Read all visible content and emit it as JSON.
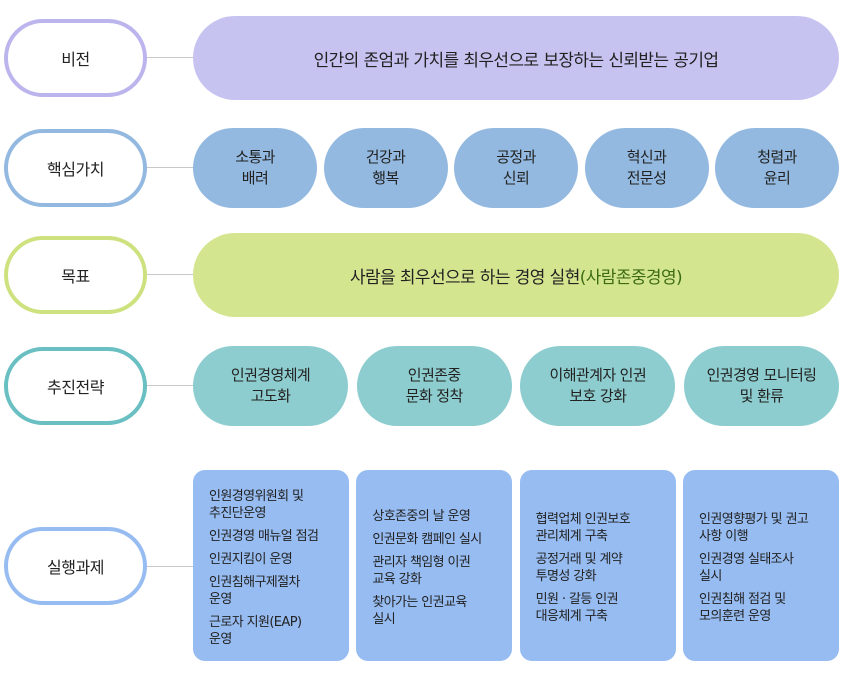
{
  "rows": {
    "vision": {
      "label": "비전",
      "border_color": "#bcb4ec",
      "text": "인간의 존엄과 가치를 최우선으로 보장하는 신뢰받는 공기업",
      "fill_color": "#c6c3f1"
    },
    "core_values": {
      "label": "핵심가치",
      "border_color": "#93b9e0",
      "fill_color": "#93b9e0",
      "items": [
        {
          "line1": "소통과",
          "line2": "배려"
        },
        {
          "line1": "건강과",
          "line2": "행복"
        },
        {
          "line1": "공정과",
          "line2": "신뢰"
        },
        {
          "line1": "혁신과",
          "line2": "전문성"
        },
        {
          "line1": "청렴과",
          "line2": "윤리"
        }
      ]
    },
    "goal": {
      "label": "목표",
      "border_color": "#cde27f",
      "fill_color": "#d3e68f",
      "text_main": "사람을 최우선으로 하는 경영 실현",
      "text_accent": "(사람존중경영)",
      "accent_color": "#3d6b14"
    },
    "strategy": {
      "label": "추진전략",
      "border_color": "#69bfc1",
      "fill_color": "#8ecdcf",
      "items": [
        {
          "line1": "인권경영체계",
          "line2": "고도화"
        },
        {
          "line1": "인권존중",
          "line2": "문화 정착"
        },
        {
          "line1": "이해관계자 인권",
          "line2": "보호 강화"
        },
        {
          "line1": "인권경영 모니터링",
          "line2": "및 환류"
        }
      ]
    },
    "tasks": {
      "label": "실행과제",
      "border_color": "#97bcf1",
      "fill_color": "#97bcf1",
      "columns": [
        [
          "인원경영위원회 및\n추진단운영",
          "인권경영 매뉴얼 점검",
          "인권지킴이 운영",
          "인권침해구제절차\n운영",
          "근로자 지원(EAP)\n운영"
        ],
        [
          "상호존중의 날 운영",
          "인권문화 캠페인 실시",
          "관리자 책임형 이권\n교육 강화",
          "찾아가는 인권교육\n실시"
        ],
        [
          "협력업체 인권보호\n관리체계 구축",
          "공정거래 및 계약\n투명성 강화",
          "민원 · 갈등 인권\n대응체계 구축"
        ],
        [
          "인권영향평가 및 권고\n사항 이행",
          "인권경영 실태조사\n실시",
          "인권침해 점검 및\n모의훈련 운영"
        ]
      ]
    }
  }
}
